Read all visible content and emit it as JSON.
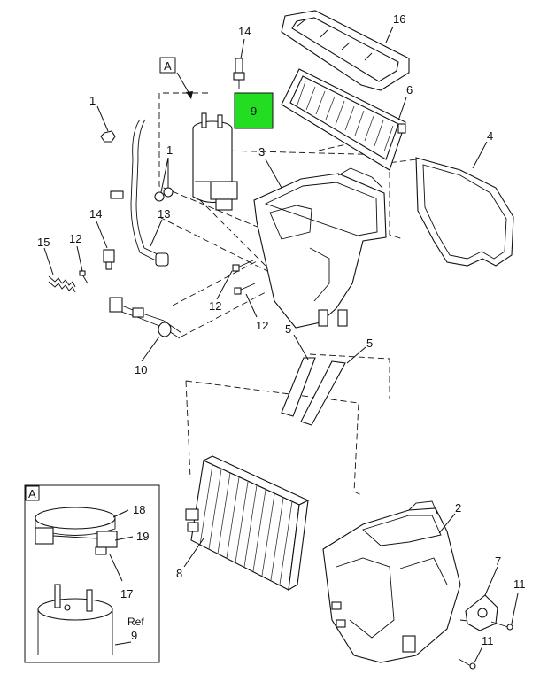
{
  "diagram": {
    "view_label": "A",
    "inset_label": "A",
    "highlight_color": "#22dd22",
    "highlight_label": "9",
    "callouts": {
      "c1a": "1",
      "c1b": "1",
      "c2": "2",
      "c3": "3",
      "c4": "4",
      "c5a": "5",
      "c5b": "5",
      "c6": "6",
      "c7": "7",
      "c8": "8",
      "c10": "10",
      "c11a": "11",
      "c11b": "11",
      "c12a": "12",
      "c12b": "12",
      "c12c": "12",
      "c13": "13",
      "c14a": "14",
      "c14b": "14",
      "c15": "15",
      "c16": "16",
      "c17": "17",
      "c18": "18",
      "c19": "19"
    },
    "inset_ref": "Ref",
    "inset_ref_num": "9"
  }
}
